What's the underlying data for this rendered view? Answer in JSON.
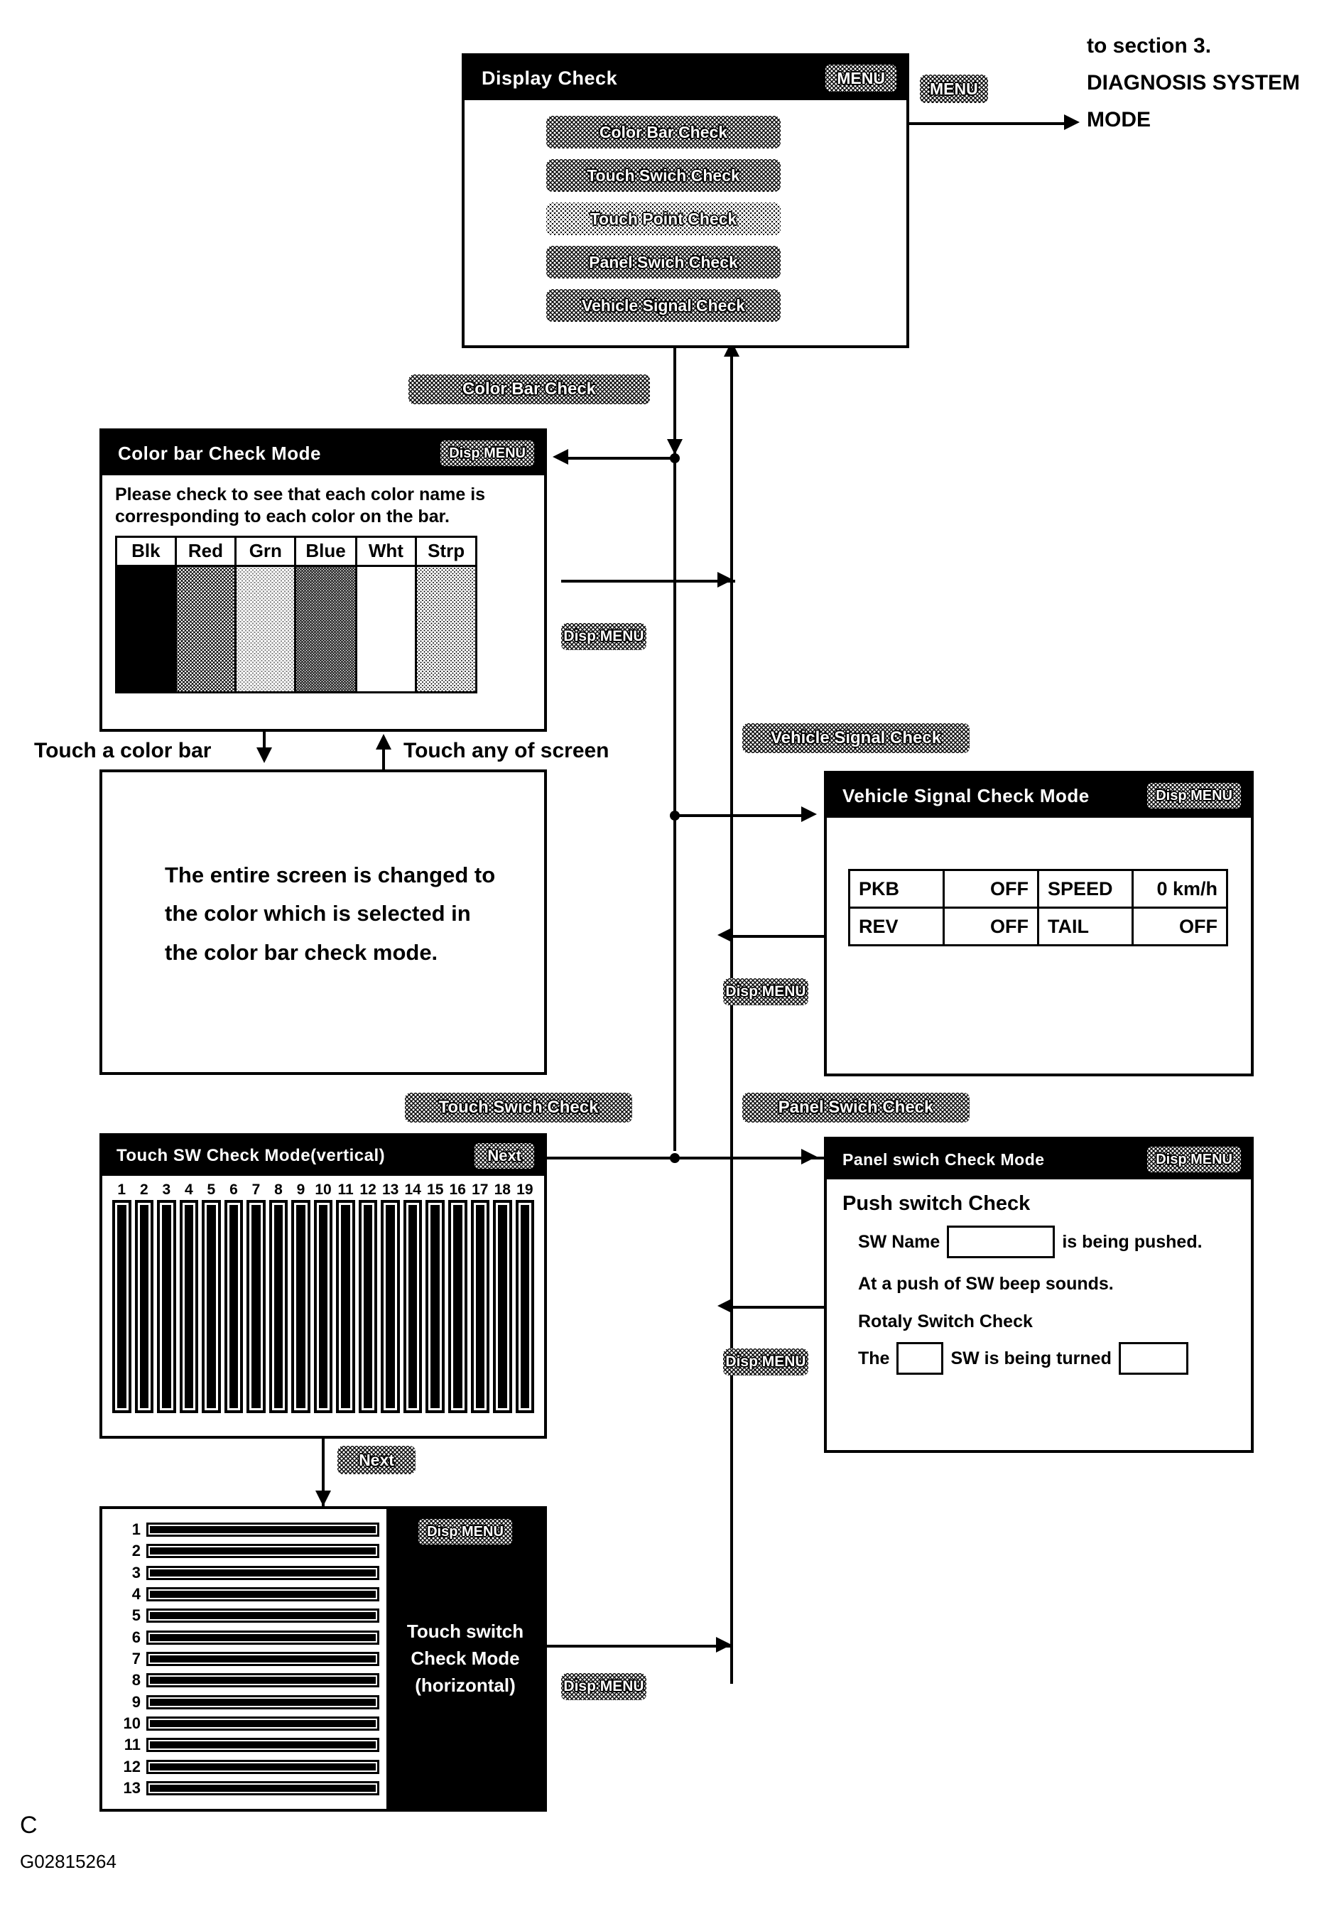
{
  "figure": {
    "revision_letter": "C",
    "id": "G02815264"
  },
  "display_check": {
    "title": "Display  Check",
    "menu_button": "MENU",
    "items": [
      {
        "label": "Color  Bar  Check",
        "style": "dark"
      },
      {
        "label": "Touch  Swich  Check",
        "style": "dark"
      },
      {
        "label": "Touch  Point  Check",
        "style": "light"
      },
      {
        "label": "Panel  Swich  Check",
        "style": "dark"
      },
      {
        "label": "Vehicle  Signal  Check",
        "style": "dark"
      }
    ]
  },
  "exit": {
    "button": "MENU",
    "line1": "to section 3.",
    "line2": "DIAGNOSIS  SYSTEM",
    "line3": "MODE"
  },
  "connectors": {
    "color_bar_check": "Color  Bar  Check",
    "vehicle_signal_check": "Vehicle Signal Check",
    "touch_swich_check": "Touch Swich Check",
    "panel_swich_check": "Panel Swich Check",
    "disp_menu": "Disp MENU",
    "next": "Next"
  },
  "color_bar_mode": {
    "title": "Color  bar  Check  Mode",
    "disp_menu": "Disp MENU",
    "instruction_line1": "Please check to see that each color name is",
    "instruction_line2": "corresponding to each color on the bar.",
    "swatches": [
      {
        "name": "Blk",
        "fill": "sw-blk"
      },
      {
        "name": "Red",
        "fill": "sw-red"
      },
      {
        "name": "Grn",
        "fill": "sw-grn"
      },
      {
        "name": "Blue",
        "fill": "sw-blue"
      },
      {
        "name": "Wht",
        "fill": "sw-wht"
      },
      {
        "name": "Strp",
        "fill": "sw-strp"
      }
    ]
  },
  "color_fill_screen": {
    "touch_in_label": "Touch a color bar",
    "touch_out_label": "Touch any of screen",
    "line1": "The entire screen is changed to",
    "line2": "the color which is selected in",
    "line3": "the color bar check mode."
  },
  "vehicle_signal_mode": {
    "title": "Vehicle Signal Check Mode",
    "disp_menu": "Disp MENU",
    "rows": [
      [
        {
          "name": "PKB",
          "value": "OFF"
        },
        {
          "name": "SPEED",
          "value": "0 km/h"
        }
      ],
      [
        {
          "name": "REV",
          "value": "OFF"
        },
        {
          "name": "TAIL",
          "value": "OFF"
        }
      ]
    ]
  },
  "panel_switch_mode": {
    "title": "Panel swich Check Mode",
    "disp_menu": "Disp MENU",
    "heading": "Push switch Check",
    "sw_name_label": "SW Name",
    "sw_name_value": "",
    "sw_name_suffix": "is being pushed.",
    "beep_text": "At a push of SW beep sounds.",
    "rotary_heading": "Rotaly Switch Check",
    "rotary_prefix": "The",
    "rotary_sw_value": "",
    "rotary_middle": "SW is being turned",
    "rotary_dir_value": ""
  },
  "touch_sw_vertical": {
    "title": "Touch SW Check Mode(vertical)",
    "next_button": "Next",
    "numbers": [
      1,
      2,
      3,
      4,
      5,
      6,
      7,
      8,
      9,
      10,
      11,
      12,
      13,
      14,
      15,
      16,
      17,
      18,
      19
    ]
  },
  "touch_sw_horizontal": {
    "disp_menu": "Disp MENU",
    "caption_line1": "Touch switch",
    "caption_line2": "Check Mode",
    "caption_line3": "(horizontal)",
    "numbers": [
      1,
      2,
      3,
      4,
      5,
      6,
      7,
      8,
      9,
      10,
      11,
      12,
      13
    ]
  }
}
